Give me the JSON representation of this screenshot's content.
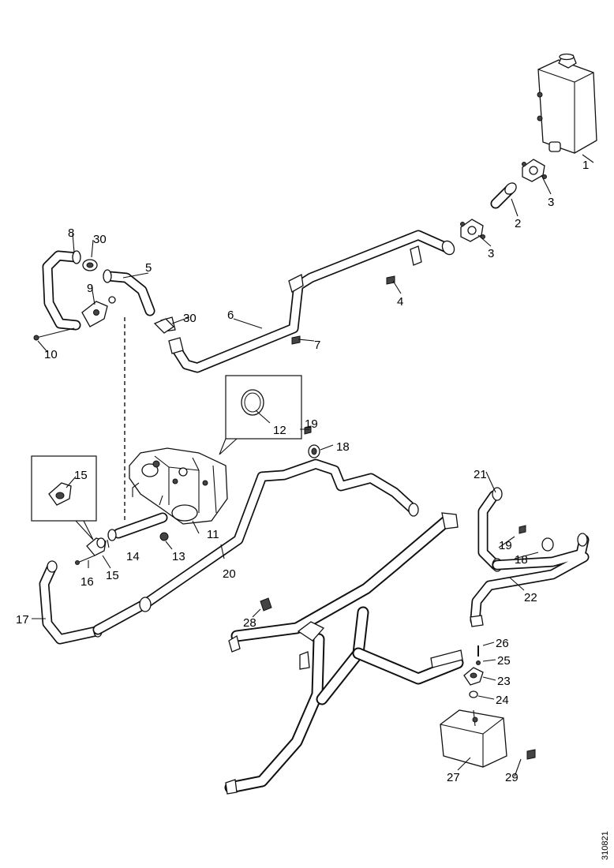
{
  "diagram": {
    "part_labels": {
      "p1": "1",
      "p2": "2",
      "p3a": "3",
      "p3b": "3",
      "p4": "4",
      "p5": "5",
      "p6": "6",
      "p7": "7",
      "p8": "8",
      "p9": "9",
      "p10": "10",
      "p11": "11",
      "p12": "12",
      "p13": "13",
      "p14": "14",
      "p15a": "15",
      "p15b": "15",
      "p16": "16",
      "p17": "17",
      "p18a": "18",
      "p18b": "18",
      "p19a": "19",
      "p19b": "19",
      "p20": "20",
      "p21": "21",
      "p22": "22",
      "p23": "23",
      "p24": "24",
      "p25": "25",
      "p26": "26",
      "p27": "27",
      "p28": "28",
      "p29": "29",
      "p30a": "30",
      "p30b": "30"
    },
    "reference_code": "310821"
  }
}
